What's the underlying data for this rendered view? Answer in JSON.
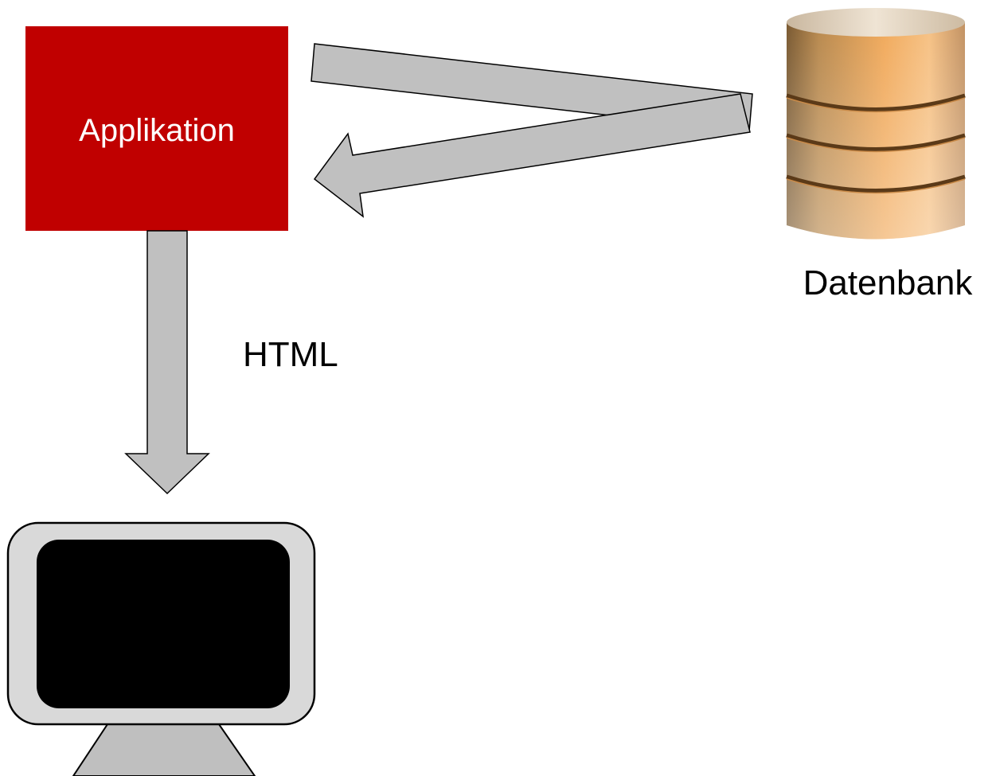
{
  "application": {
    "label": "Applikation",
    "color": "#C00000",
    "text_color": "#FFFFFF"
  },
  "database": {
    "label": "Datenbank",
    "icon": "database-cylinder-icon"
  },
  "output_arrow": {
    "label": "HTML"
  },
  "client": {
    "icon": "computer-monitor-icon"
  },
  "colors": {
    "arrow_fill": "#C0C0C0",
    "arrow_stroke": "#000000",
    "monitor_frame": "#D9D9D9",
    "monitor_screen": "#000000",
    "monitor_stand": "#BFBFBF"
  }
}
